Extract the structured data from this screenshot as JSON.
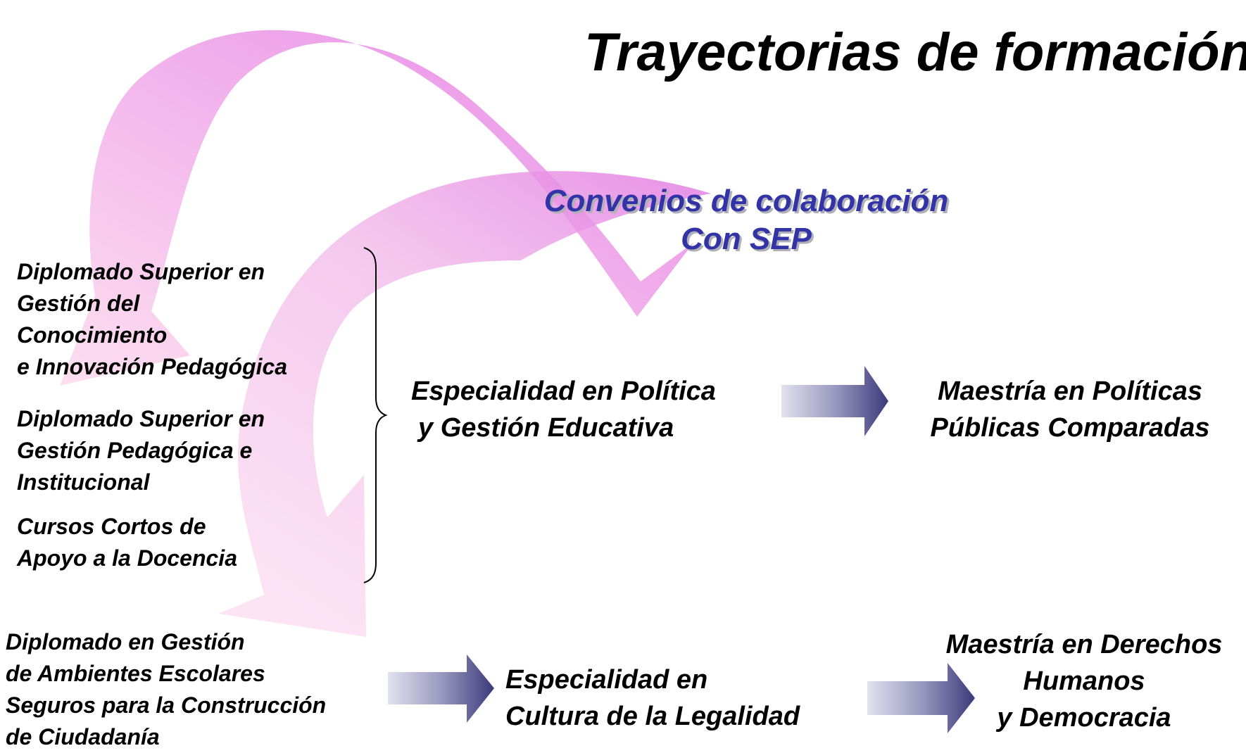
{
  "title": "Trayectorias de formación",
  "convenios": {
    "line1": "Convenios de colaboración",
    "line2": "Con SEP"
  },
  "left_items": [
    {
      "lines": [
        "Diplomado Superior en",
        "Gestión del",
        "Conocimiento",
        "e Innovación Pedagógica"
      ]
    },
    {
      "lines": [
        "Diplomado Superior en",
        "Gestión Pedagógica e",
        "Institucional"
      ]
    },
    {
      "lines": [
        "Cursos Cortos de",
        "Apoyo a la Docencia"
      ]
    }
  ],
  "bottom_left": {
    "lines": [
      "Diplomado en Gestión",
      "de Ambientes Escolares",
      "Seguros para la Construcción",
      "de Ciudadanía"
    ]
  },
  "especialidad_1": {
    "lines": [
      "Especialidad en Política",
      "y Gestión Educativa"
    ]
  },
  "especialidad_2": {
    "lines": [
      "Especialidad en",
      "Cultura de la Legalidad"
    ]
  },
  "maestria_1": {
    "lines": [
      "Maestría en Políticas",
      "Públicas Comparadas"
    ]
  },
  "maestria_2": {
    "lines": [
      "Maestría en Derechos",
      "Humanos",
      "y Democracia"
    ]
  },
  "colors": {
    "curved_arrow": "#e98ae6",
    "block_arrow_dark": "#3f3d7e",
    "block_arrow_light": "#dddded",
    "convenios_text": "#3333a8"
  }
}
